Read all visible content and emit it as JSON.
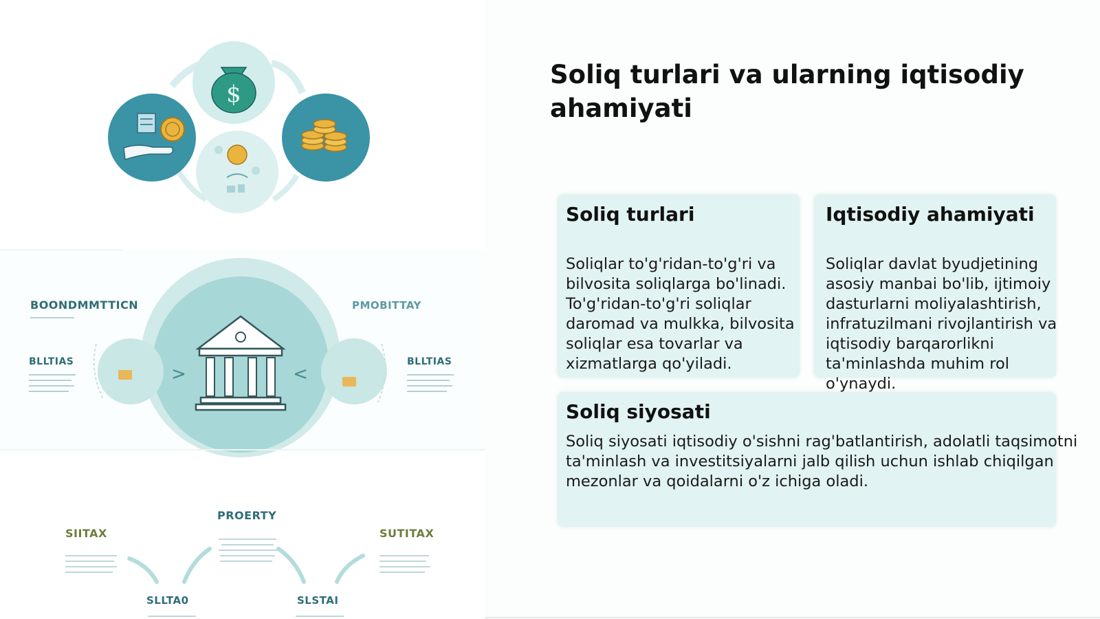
{
  "slide": {
    "title": "Soliq turlari va ularning iqtisodiy ahamiyati"
  },
  "cards": {
    "types": {
      "heading": "Soliq turlari",
      "body": "Soliqlar to'g'ridan-to'g'ri va bilvosita soliqlarga bo'linadi. To'g'ridan-to'g'ri soliqlar daromad va mulkka, bilvosita soliqlar esa tovarlar va xizmatlarga qo'yiladi."
    },
    "importance": {
      "heading": "Iqtisodiy ahamiyati",
      "body": "Soliqlar davlat byudjetining asosiy manbai bo'lib, ijtimoiy dasturlarni moliyalashtirish, infratuzilmani rivojlantirish va iqtisodiy barqarorlikni ta'minlashda muhim rol o'ynaydi."
    },
    "policy": {
      "heading": "Soliq siyosati",
      "body": "Soliq siyosati iqtisodiy o'sishni rag'batlantirish, adolatli taqsimotni ta'minlash va investitsiyalarni jalb qilish uchun ishlab chiqilgan mezonlar va qoidalarni o'z ichiga oladi."
    }
  },
  "illustration": {
    "panel2": {
      "left_top": "BOONDMMTTICN",
      "right_top": "PMOBITTAY",
      "left_mid": "BLLTIAS",
      "right_mid": "BLLTIAS"
    },
    "panel3": {
      "top": "PROERTY",
      "left": "SIITAX",
      "right": "SUTITAX",
      "bottom_left": "SLLTA0",
      "bottom_right": "SLSTAI"
    },
    "icons": [
      "money-bag-icon",
      "hand-coin-icon",
      "coin-stack-icon",
      "coin-exchange-icon",
      "bank-building-icon"
    ],
    "colors": {
      "deep_teal": "#3b93a6",
      "light_teal": "#d3ecec",
      "money_bag": "#2e9a86",
      "coin_gold": "#e9b53f"
    }
  }
}
